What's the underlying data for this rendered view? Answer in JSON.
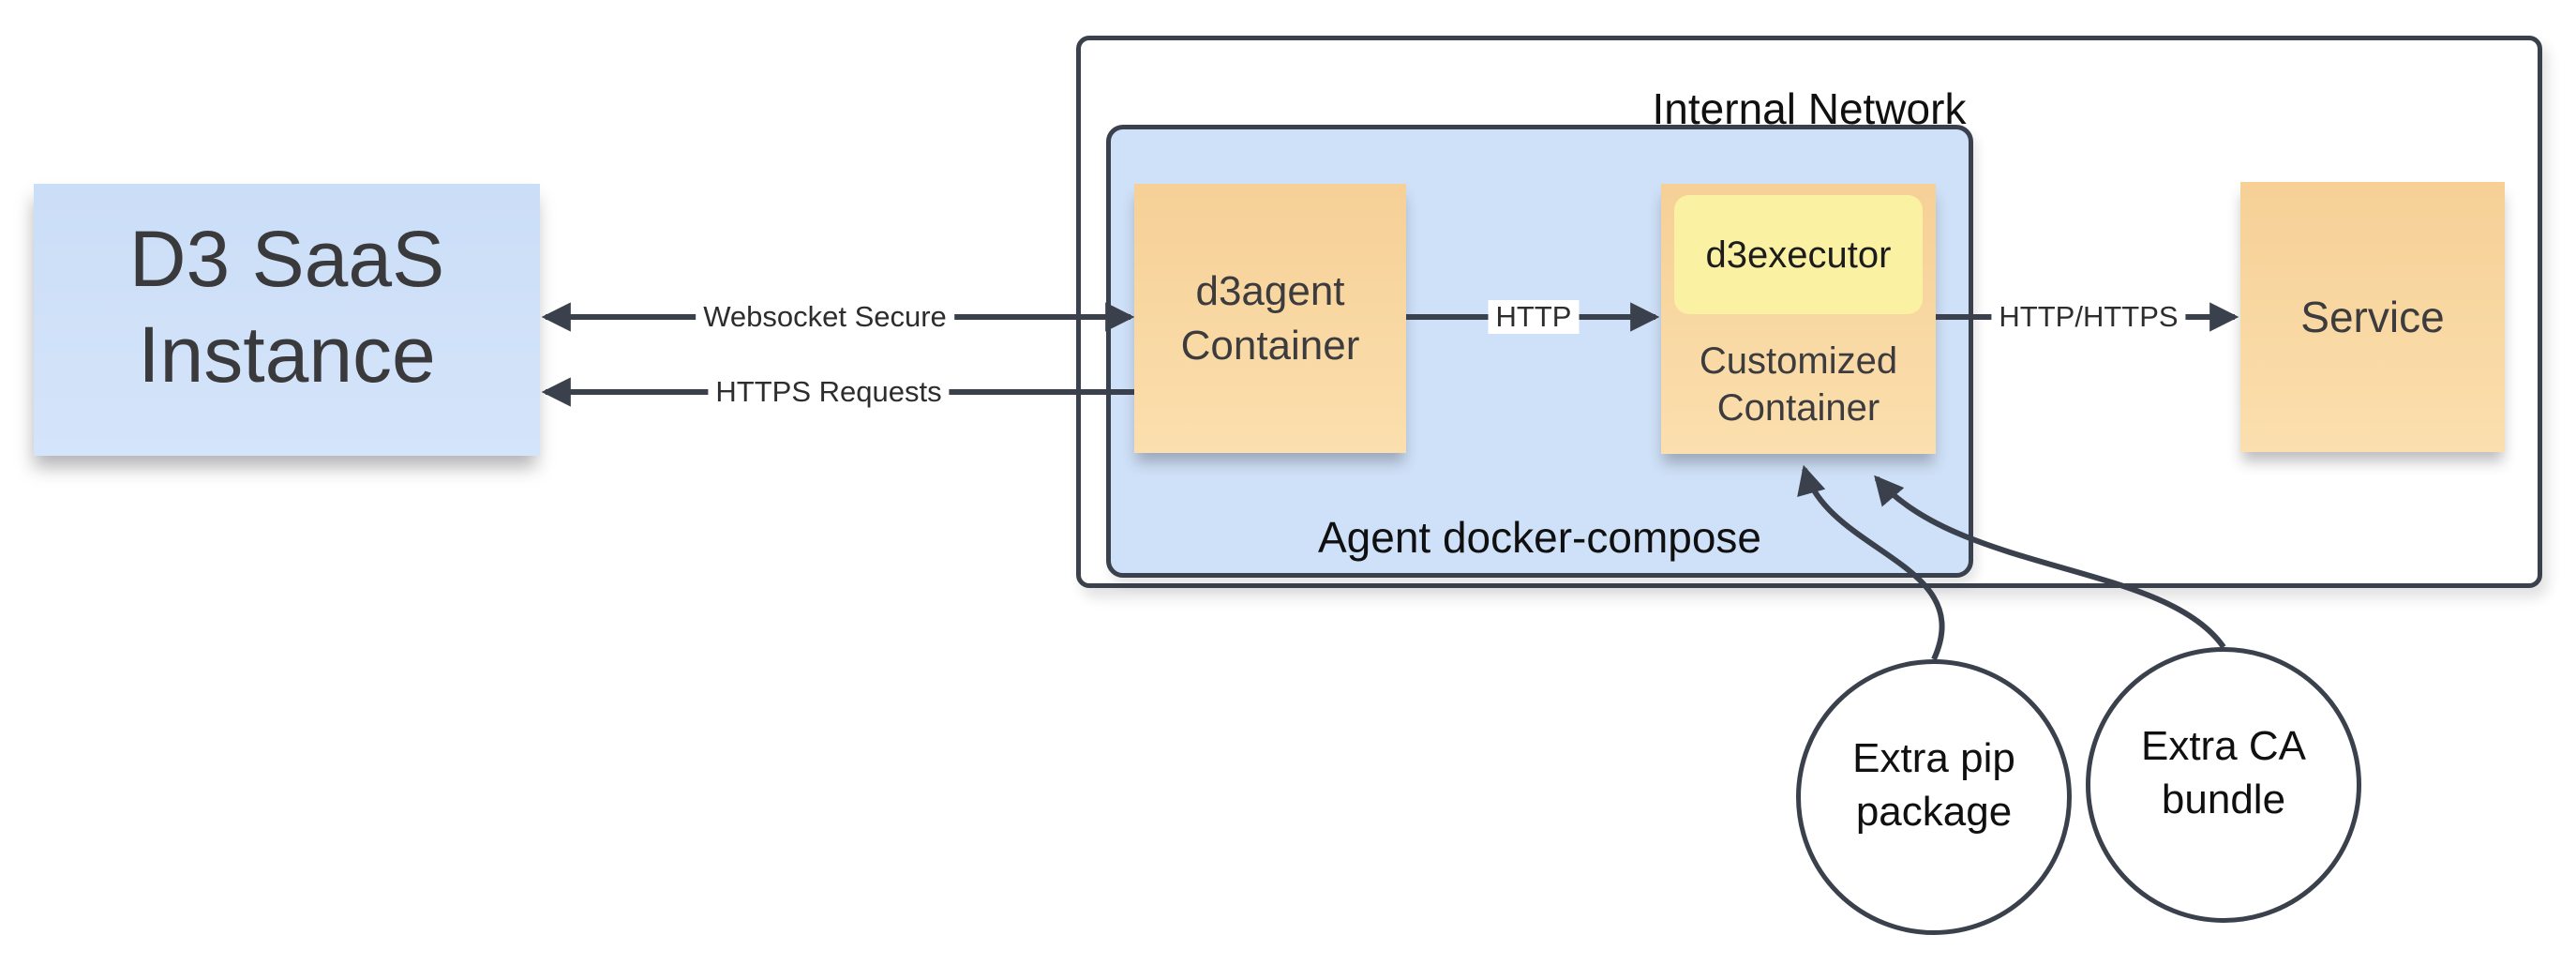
{
  "nodes": {
    "d3_saas": {
      "line1": "D3 SaaS",
      "line2": "Instance"
    },
    "internal_network": {
      "label": "Internal Network"
    },
    "agent_compose": {
      "label": "Agent docker-compose"
    },
    "d3agent": {
      "line1": "d3agent",
      "line2": "Container"
    },
    "d3executor": {
      "label": "d3executor"
    },
    "customized": {
      "line1": "Customized",
      "line2": "Container"
    },
    "service": {
      "label": "Service"
    },
    "extra_pip": {
      "line1": "Extra pip",
      "line2": "package"
    },
    "extra_ca": {
      "line1": "Extra CA",
      "line2": "bundle"
    }
  },
  "edges": {
    "websocket": {
      "label": "Websocket Secure"
    },
    "https": {
      "label": "HTTPS Requests"
    },
    "http": {
      "label": "HTTP"
    },
    "http_https": {
      "label": "HTTP/HTTPS"
    }
  },
  "colors": {
    "node_blue": "#cfe1f8",
    "node_orange": "#f6d096",
    "node_orange_light": "#fbdfae",
    "node_yellow": "#fbf1a2",
    "stroke": "#3a414d",
    "background": "#ffffff"
  }
}
